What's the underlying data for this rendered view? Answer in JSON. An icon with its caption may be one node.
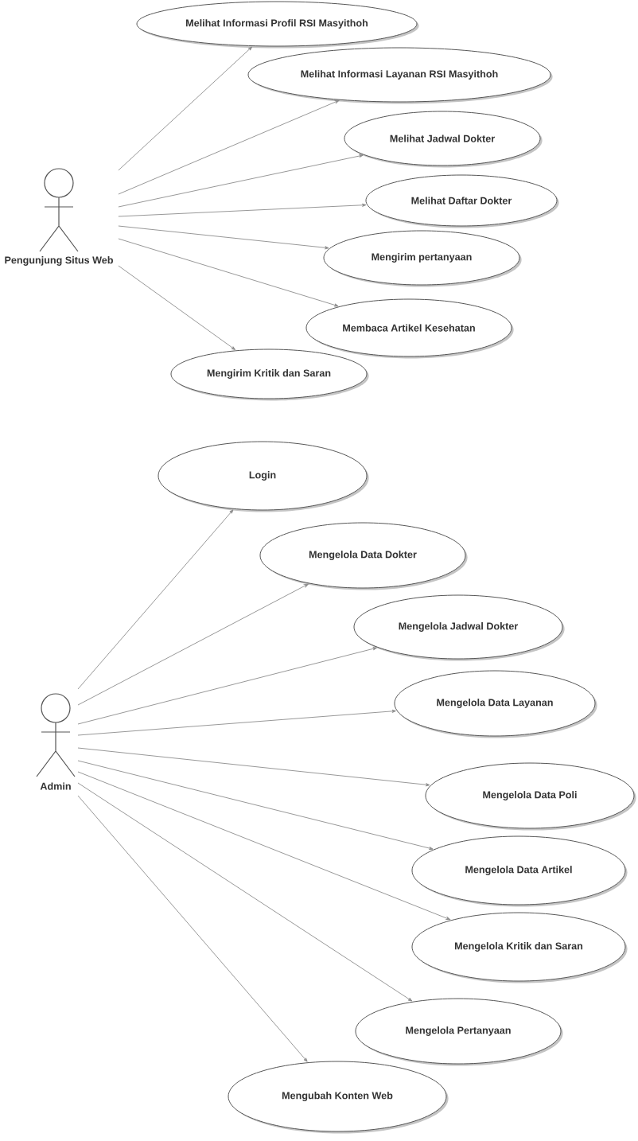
{
  "diagram": {
    "nodes": [
      {
        "text": [
          "Pengunjung Situs Web"
        ]
      },
      {
        "text": [
          "Melihat Informasi Profil RSI Masyithoh"
        ]
      },
      {
        "text": [
          "Melihat Informasi Layanan RSI Masyithoh"
        ]
      },
      {
        "text": [
          "Melihat Jadwal Dokter"
        ]
      },
      {
        "text": [
          "Melihat Daftar Dokter"
        ]
      },
      {
        "text": [
          "Mengirim pertanyaan"
        ]
      },
      {
        "text": [
          "Membaca Artikel Kesehatan"
        ]
      },
      {
        "text": [
          "Mengirim Kritik dan Saran"
        ]
      },
      {
        "text": [
          "Admin"
        ]
      },
      {
        "text": [
          "Login"
        ]
      },
      {
        "text": [
          "Mengelola Data Dokter"
        ]
      },
      {
        "text": [
          "Mengelola Jadwal Dokter"
        ]
      },
      {
        "text": [
          "Mengelola Data Layanan"
        ]
      },
      {
        "text": [
          "Mengelola Data Poli"
        ]
      },
      {
        "text": [
          "Mengelola Data Artikel"
        ]
      },
      {
        "text": [
          "Mengelola Kritik dan Saran"
        ]
      },
      {
        "text": [
          "Mengelola Pertanyaan"
        ]
      },
      {
        "text": [
          "Mengubah Konten Web"
        ]
      }
    ],
    "edges": [
      {
        "from": 0,
        "to": 1,
        "arrow": "to"
      },
      {
        "from": 0,
        "to": 2,
        "arrow": "to"
      },
      {
        "from": 0,
        "to": 3,
        "arrow": "to"
      },
      {
        "from": 0,
        "to": 4,
        "arrow": "to"
      },
      {
        "from": 0,
        "to": 5,
        "arrow": "to"
      },
      {
        "from": 0,
        "to": 6,
        "arrow": "to"
      },
      {
        "from": 0,
        "to": 7,
        "arrow": "to"
      },
      {
        "from": 8,
        "to": 9,
        "arrow": "to"
      },
      {
        "from": 8,
        "to": 10,
        "arrow": "to"
      },
      {
        "from": 8,
        "to": 11,
        "arrow": "to"
      },
      {
        "from": 8,
        "to": 12,
        "arrow": "to"
      },
      {
        "from": 8,
        "to": 13,
        "arrow": "to"
      },
      {
        "from": 8,
        "to": 14,
        "arrow": "to"
      },
      {
        "from": 8,
        "to": 15,
        "arrow": "to"
      },
      {
        "from": 8,
        "to": 16,
        "arrow": "to"
      },
      {
        "from": 8,
        "to": 17,
        "arrow": "to"
      }
    ]
  }
}
